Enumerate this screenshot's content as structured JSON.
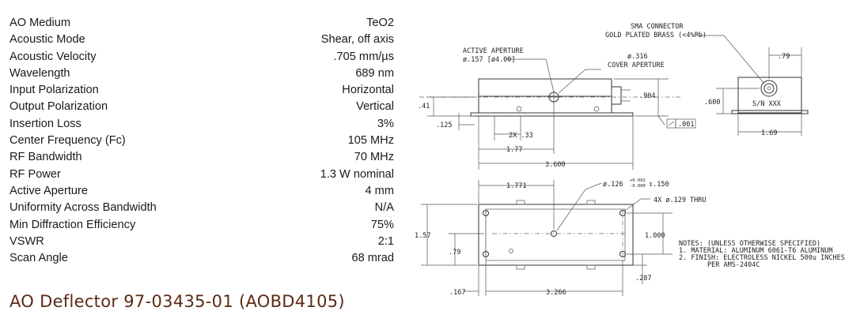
{
  "specs": [
    {
      "label": "AO Medium",
      "value": "TeO2"
    },
    {
      "label": "Acoustic Mode",
      "value": "Shear, off axis"
    },
    {
      "label": "Acoustic Velocity",
      "value": ".705 mm/µs"
    },
    {
      "label": "Wavelength",
      "value": "689 nm"
    },
    {
      "label": "Input Polarization",
      "value": "Horizontal"
    },
    {
      "label": "Output Polarization",
      "value": "Vertical"
    },
    {
      "label": "Insertion Loss",
      "value": "3%"
    },
    {
      "label": "Center Frequency (Fc)",
      "value": "105 MHz"
    },
    {
      "label": "RF Bandwidth",
      "value": "70 MHz"
    },
    {
      "label": "RF Power",
      "value": "1.3 W nominal"
    },
    {
      "label": "Active Aperture",
      "value": "4 mm"
    },
    {
      "label": "Uniformity Across Bandwidth",
      "value": "N/A"
    },
    {
      "label": "Min Diffraction Efficiency",
      "value": "75%"
    },
    {
      "label": "VSWR",
      "value": "2:1"
    },
    {
      "label": "Scan Angle",
      "value": "68 mrad"
    }
  ],
  "title": "AO Deflector 97-03435-01 (AOBD4105)",
  "drawing": {
    "sma_line1": "SMA CONNECTOR",
    "sma_line2": "GOLD PLATED BRASS (<4%Pb)",
    "active_aperture_line1": "ACTIVE APERTURE",
    "active_aperture_line2": "ø.157 [ø4.00]",
    "cover_aperture_line1": "ø.316",
    "cover_aperture_line2": "COVER APERTURE",
    "dim_079_top": ".79",
    "dim_041": ".41",
    "dim_904": ".904",
    "dim_600": ".600",
    "serial": "S/N XXX",
    "dim_125": ".125",
    "dim_2x33": "2X .33",
    "flatness": ".001",
    "dim_177": "1.77",
    "dim_169": "1.69",
    "dim_3600": "3.600",
    "dim_1771": "1.771",
    "hole_dia": "ø.126",
    "hole_tol_plus": "+0.002",
    "hole_tol_minus": "-0.000",
    "hole_depth": "↧.150",
    "thru_holes": "4X ø.129 THRU",
    "dim_157": "1.57",
    "dim_1000": "1.000",
    "dim_079_bottom": ".79",
    "dim_287": ".287",
    "dim_167": ".167",
    "dim_3266": "3.266",
    "notes_line1": "NOTES: (UNLESS OTHERWISE SPECIFIED)",
    "notes_line2": "1. MATERIAL: ALUMINUM 6061-T6 ALUMINUM",
    "notes_line3": "2. FINISH: ELECTROLESS NICKEL 500u INCHES",
    "notes_line4": "PER AMS-2404C"
  }
}
